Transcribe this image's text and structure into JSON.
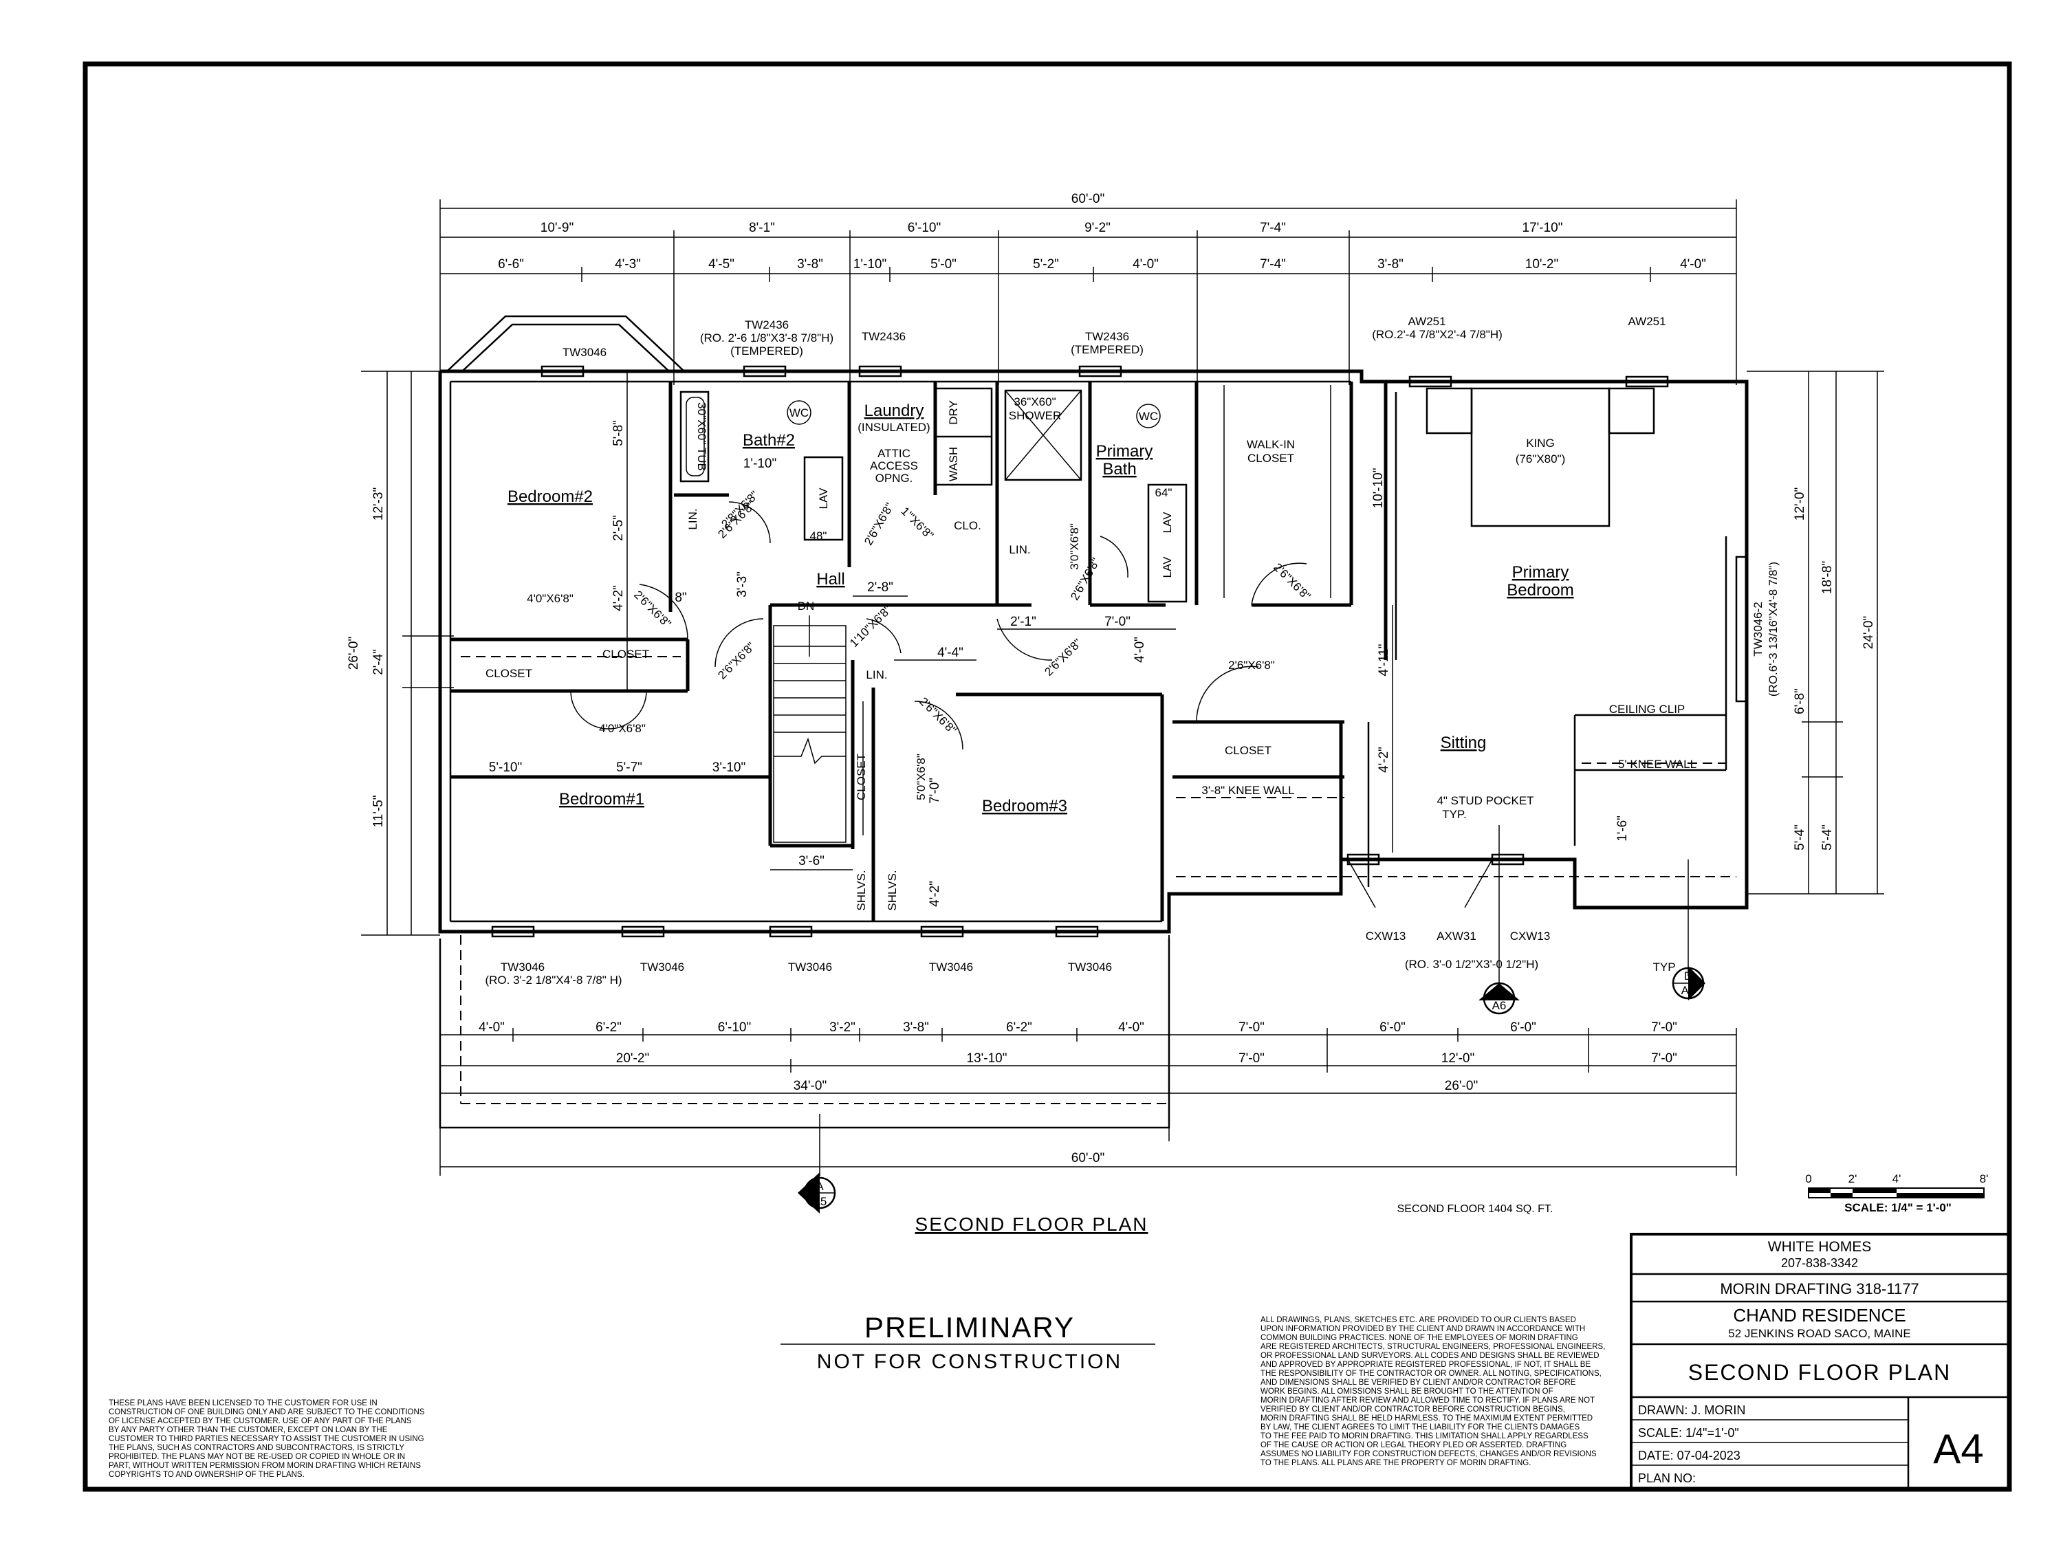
{
  "rooms": {
    "bedroom2": "Bedroom#2",
    "bath2": "Bath#2",
    "laundry": "Laundry",
    "laundry_sub": "(INSULATED)",
    "primary_bath_1": "Primary",
    "primary_bath_2": "Bath",
    "walkin_1": "WALK-IN",
    "walkin_2": "CLOSET",
    "king": "KING",
    "king_size": "(76\"X80\")",
    "primary_bed_1": "Primary",
    "primary_bed_2": "Bedroom",
    "hall": "Hall",
    "bedroom1": "Bedroom#1",
    "bedroom3": "Bedroom#3",
    "sitting": "Sitting"
  },
  "fixtures": {
    "tub": "30\"X60\" TUB",
    "wc": "WC",
    "lav": "LAV",
    "lin": "LIN.",
    "dry": "DRY",
    "wash": "WASH",
    "shower_1": "36\"X60\"",
    "shower_2": "SHOWER",
    "attic_1": "ATTIC",
    "attic_2": "ACCESS",
    "attic_3": "OPNG.",
    "clo": "CLO.",
    "closet": "CLOSET",
    "dn": "DN",
    "shlvs": "SHLVS.",
    "knee_wall_5": "5' KNEE WALL",
    "knee_wall_38": "3'-8\" KNEE WALL",
    "ceiling_clip": "CEILING CLIP",
    "stud_pocket_1": "4\" STUD POCKET",
    "stud_pocket_2": "TYP.",
    "w48": "48\"",
    "w64": "64\""
  },
  "doors": {
    "d26x68": "2'6\"X6'8\"",
    "d28x68": "2'8\"X6'8\"",
    "d40x68": "4'0\"X6'8\"",
    "d30x68": "3'0\"X6'8\"",
    "d110x68": "1'10\"X6'8\"",
    "d50x68": "5'0\"X6'8\"",
    "d1x68": "1'\"X6'8\""
  },
  "windows": {
    "tw3046": "TW3046",
    "tw2436": "TW2436",
    "tw2436_ro": "(RO. 2'-6 1/8\"X3'-8 7/8\"H)",
    "tempered": "(TEMPERED)",
    "aw251": "AW251",
    "aw251_ro": "(RO.2'-4 7/8\"X2'-4 7/8\"H)",
    "tw3046_2": "TW3046-2",
    "tw3046_2_ro": "(RO.6'-3 13/16\"X4'-8 7/8\")",
    "tw3046_ro": "(RO. 3'-2 1/8\"X4'-8 7/8\" H)",
    "cxw13": "CXW13",
    "axw31": "AXW31",
    "axw31_ro": "(RO. 3'-0 1/2\"X3'-0 1/2\"H)"
  },
  "dims_top": {
    "overall": "60'-0\"",
    "row1": [
      "10'-9\"",
      "8'-1\"",
      "6'-10\"",
      "9'-2\"",
      "7'-4\"",
      "17'-10\""
    ],
    "row2": [
      "6'-6\"",
      "4'-3\"",
      "4'-5\"",
      "3'-8\"",
      "1'-10\"",
      "5'-0\"",
      "5'-2\"",
      "4'-0\"",
      "7'-4\"",
      "3'-8\"",
      "10'-2\"",
      "4'-0\""
    ]
  },
  "dims_bottom": {
    "row1": [
      "4'-0\"",
      "6'-2\"",
      "6'-10\"",
      "3'-2\"",
      "3'-8\"",
      "6'-2\"",
      "4'-0\"",
      "7'-0\"",
      "6'-0\"",
      "6'-0\"",
      "7'-0\""
    ],
    "row2": [
      "20'-2\"",
      "13'-10\"",
      "7'-0\"",
      "12'-0\"",
      "7'-0\""
    ],
    "row3": [
      "34'-0\"",
      "26'-0\""
    ],
    "overall": "60'-0\""
  },
  "dims_left": [
    "12'-3\"",
    "2'-4\"",
    "11'-5\"",
    "26'-0\""
  ],
  "dims_right": [
    "12'-0\"",
    "6'-8\"",
    "5'-4\"",
    "18'-8\"",
    "5'-4\"",
    "24'-0\""
  ],
  "dims_interior": {
    "d58": "5'-8\"",
    "d25": "2'-5\"",
    "d42a": "4'-2\"",
    "d110": "1'-10\"",
    "d33": "3'-3\"",
    "d8": "8\"",
    "d28": "2'-8\"",
    "d1010": "10'-10\"",
    "d21": "2'-1\"",
    "d70": "7'-0\"",
    "d44": "4'-4\"",
    "d40": "4'-0\"",
    "d411": "4'-11\"",
    "d42b": "4'-2\"",
    "d510": "5'-10\"",
    "d57": "5'-7\"",
    "d310": "3'-10\"",
    "d36": "3'-6\"",
    "d42c": "4'-2\"",
    "d16": "1'-6\"",
    "d70b": "7'-0\""
  },
  "sections": [
    {
      "letter": "A",
      "sheet": "A5"
    },
    {
      "letter": "C",
      "sheet": "A6"
    },
    {
      "letter": "D",
      "sheet": "A6",
      "tag": "TYP"
    }
  ],
  "scale_bar": {
    "ticks": [
      "0",
      "2'",
      "4'",
      "8'"
    ],
    "label": "SCALE: 1/4\" = 1'-0\""
  },
  "plan_title": "SECOND FLOOR PLAN",
  "area_note": "SECOND FLOOR 1404 SQ. FT.",
  "stamp": {
    "line1": "PRELIMINARY",
    "line2": "NOT FOR CONSTRUCTION"
  },
  "license_note": [
    "THESE PLANS HAVE BEEN LICENSED TO THE CUSTOMER FOR USE IN",
    "CONSTRUCTION OF ONE BUILDING ONLY AND ARE SUBJECT TO THE CONDITIONS",
    "OF LICENSE ACCEPTED BY THE CUSTOMER. USE OF ANY PART OF THE PLANS",
    "BY ANY PARTY OTHER THAN THE CUSTOMER, EXCEPT ON LOAN BY THE",
    "CUSTOMER TO THIRD PARTIES NECESSARY TO ASSIST THE CUSTOMER IN USING",
    "THE PLANS, SUCH AS CONTRACTORS AND SUBCONTRACTORS, IS STRICTLY",
    "PROHIBITED. THE PLANS MAY NOT BE RE-USED OR COPIED IN WHOLE OR IN",
    "PART, WITHOUT WRITTEN PERMISSION FROM MORIN DRAFTING WHICH RETAINS",
    "COPYRIGHTS TO AND OWNERSHIP OF THE PLANS."
  ],
  "disclaimer": [
    "ALL DRAWINGS, PLANS, SKETCHES ETC. ARE PROVIDED TO OUR CLIENTS BASED",
    "UPON INFORMATION PROVIDED BY THE CLIENT AND DRAWN IN ACCORDANCE WITH",
    "COMMON BUILDING PRACTICES. NONE OF THE EMPLOYEES OF MORIN DRAFTING",
    "ARE REGISTERED ARCHITECTS, STRUCTURAL ENGINEERS, PROFESSIONAL ENGINEERS,",
    "OR PROFESSIONAL LAND SURVEYORS. ALL CODES AND DESIGNS SHALL BE REVIEWED",
    "AND APPROVED BY APPROPRIATE REGISTERED PROFESSIONAL, IF NOT, IT SHALL BE",
    "THE RESPONSIBILITY OF THE CONTRACTOR OR OWNER. ALL NOTING, SPECIFICATIONS,",
    "AND DIMENSIONS SHALL BE VERIFIED BY CLIENT AND/OR CONTRACTOR BEFORE",
    "WORK BEGINS. ALL OMISSIONS SHALL BE BROUGHT TO THE ATTENTION OF",
    "MORIN DRAFTING AFTER REVIEW AND ALLOWED TIME TO RECTIFY. IF PLANS ARE NOT",
    "VERIFIED BY CLIENT AND/OR CONTRACTOR BEFORE CONSTRUCTION BEGINS,",
    "MORIN DRAFTING SHALL BE HELD HARMLESS. TO THE MAXIMUM EXTENT PERMITTED",
    "BY LAW, THE CLIENT AGREES TO LIMIT THE LIABILITY FOR THE CLIENTS DAMAGES",
    "TO THE FEE PAID TO MORIN DRAFTING. THIS LIMITATION SHALL APPLY REGARDLESS",
    "OF THE CAUSE OR ACTION OR LEGAL THEORY PLED OR ASSERTED. DRAFTING",
    "ASSUMES NO LIABILITY FOR CONSTRUCTION DEFECTS, CHANGES AND/OR REVISIONS",
    "TO THE PLANS. ALL PLANS ARE THE PROPERTY OF MORIN DRAFTING."
  ],
  "title_block": {
    "builder": "WHITE HOMES",
    "builder_phone": "207-838-3342",
    "drafter": "MORIN DRAFTING 318-1177",
    "project": "CHAND RESIDENCE",
    "address": "52 JENKINS ROAD SACO, MAINE",
    "sheet_title": "SECOND FLOOR PLAN",
    "drawn": "DRAWN: J. MORIN",
    "scale": "SCALE:  1/4\"=1'-0\"",
    "date": "DATE:  07-04-2023",
    "plan_no": "PLAN NO:",
    "sheet_no": "A4"
  }
}
